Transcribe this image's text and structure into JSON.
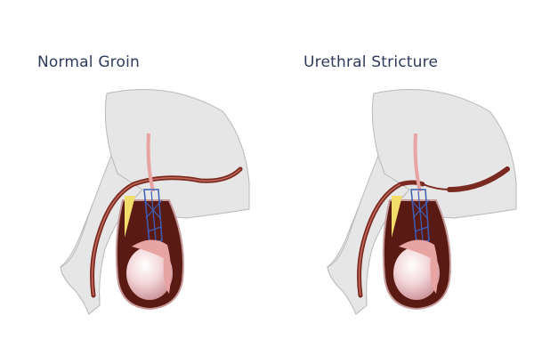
{
  "panels": [
    {
      "title": "Normal Groin",
      "variant": "normal"
    },
    {
      "title": "Urethral Stricture",
      "variant": "stricture"
    }
  ],
  "colors": {
    "title": "#2f3b5c",
    "body": "#e6e6e6",
    "body_outline": "#b8b8b8",
    "urethra": "#7a2a20",
    "urethra_light": "#c46a5e",
    "fat": "#f2dc6a",
    "vessels": "#3b5fb8",
    "testis": "#f2cfd2",
    "epididymis": "#e8a3a3",
    "scrotum_inner": "#5a1a14"
  }
}
